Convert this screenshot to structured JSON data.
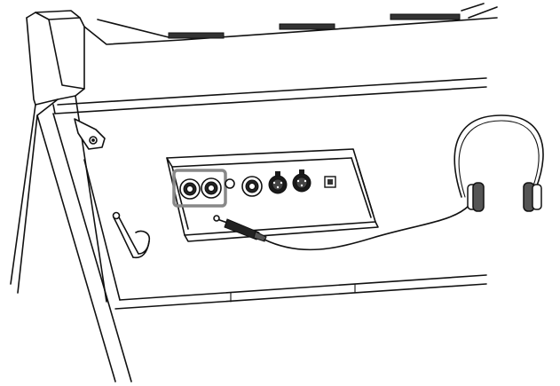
{
  "diagram": {
    "kind": "illustration",
    "subject": "headphones-connected-to-phones-jack",
    "colors": {
      "line": "#111111",
      "background": "#ffffff",
      "highlight": "#888888",
      "pad": "#555555"
    },
    "highlighted_component": "phones-jacks"
  }
}
